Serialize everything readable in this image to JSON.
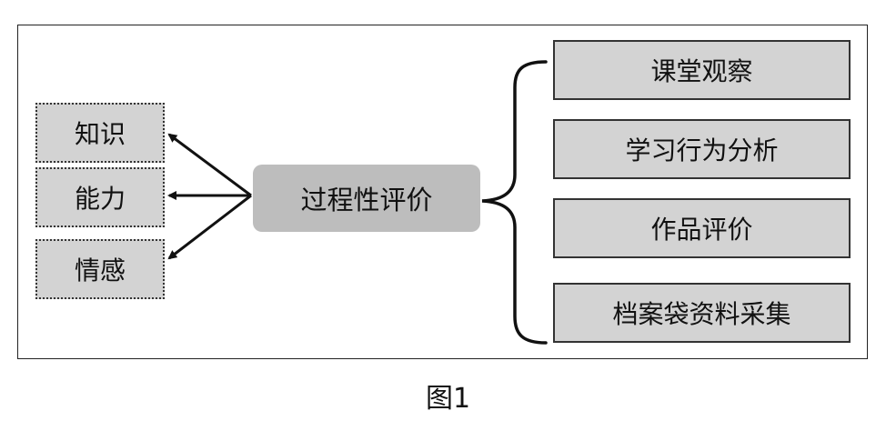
{
  "diagram": {
    "center": "过程性评价",
    "left_items": [
      "知识",
      "能力",
      "情感"
    ],
    "right_items": [
      "课堂观察",
      "学习行为分析",
      "作品评价",
      "档案袋资料采集"
    ]
  },
  "caption": "图1"
}
